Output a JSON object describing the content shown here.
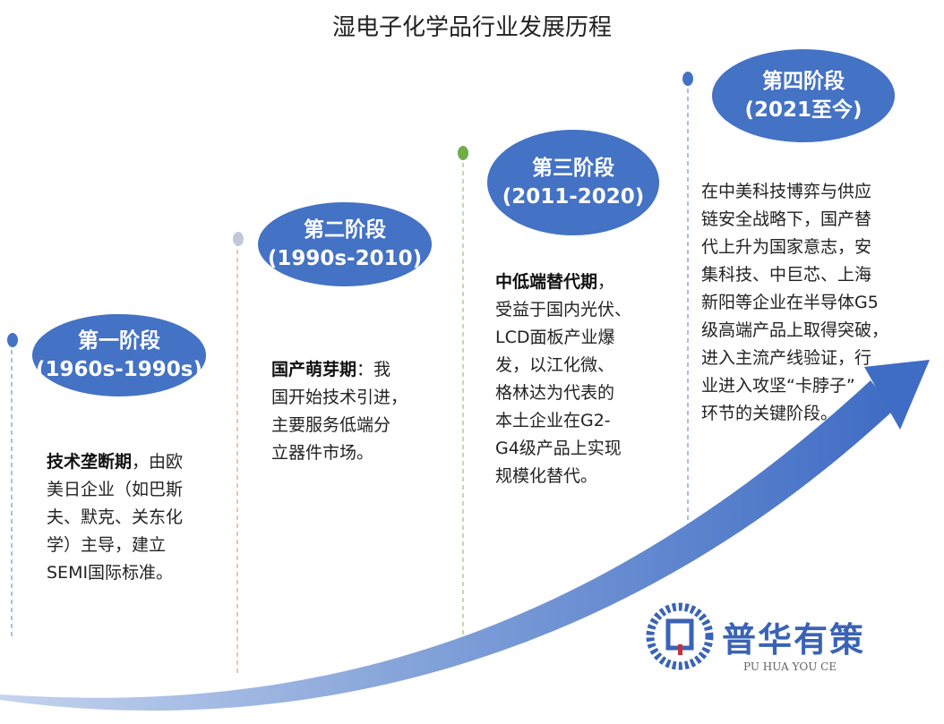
{
  "title": "湿电子化学品行业发展历程",
  "colors": {
    "stage_fill": "#4472c4",
    "arrow_start": "#b4c7e7",
    "arrow_end": "#4472c4",
    "line1": "#8fa8d8",
    "line2": "#e8b48a",
    "line3": "#a8d08d",
    "line4": "#8fa8d8"
  },
  "watermark": {
    "name": "普华有策",
    "sub": "PU HUA YOU CE"
  },
  "stages": [
    {
      "name": "第一阶段",
      "period": "(1960s-1990s)",
      "dot_color": "#4472c4",
      "bold": "技术垄断期",
      "lines": [
        "，由欧",
        "美日企业（如巴斯",
        "夫、默克、关东化",
        "学）主导，建立",
        "SEMI国际标准。"
      ]
    },
    {
      "name": "第二阶段",
      "period": "(1990s-2010)",
      "dot_color": "#c0c8d8",
      "bold": "国产萌芽期",
      "lines": [
        "：我",
        "国开始技术引进，",
        "主要服务低端分",
        "立器件市场。"
      ]
    },
    {
      "name": "第三阶段",
      "period": "(2011-2020)",
      "dot_color": "#70ad47",
      "bold": "中低端替代期",
      "lines": [
        "，",
        "受益于国内光伏、",
        "LCD面板产业爆",
        "发，以江化微、",
        "格林达为代表的",
        "本土企业在G2-",
        "G4级产品上实现",
        "规模化替代。"
      ]
    },
    {
      "name": "第四阶段",
      "period": "(2021至今)",
      "dot_color": "#4472c4",
      "bold": "",
      "lines": [
        "在中美科技博弈与供应",
        "链安全战略下，国产替",
        "代上升为国家意志，安",
        "集科技、中巨芯、上海",
        "新阳等企业在半导体G5",
        "级高端产品上取得突破，",
        "进入主流产线验证，行",
        "业进入攻坚“卡脖子”",
        "环节的关键阶段。"
      ]
    }
  ]
}
